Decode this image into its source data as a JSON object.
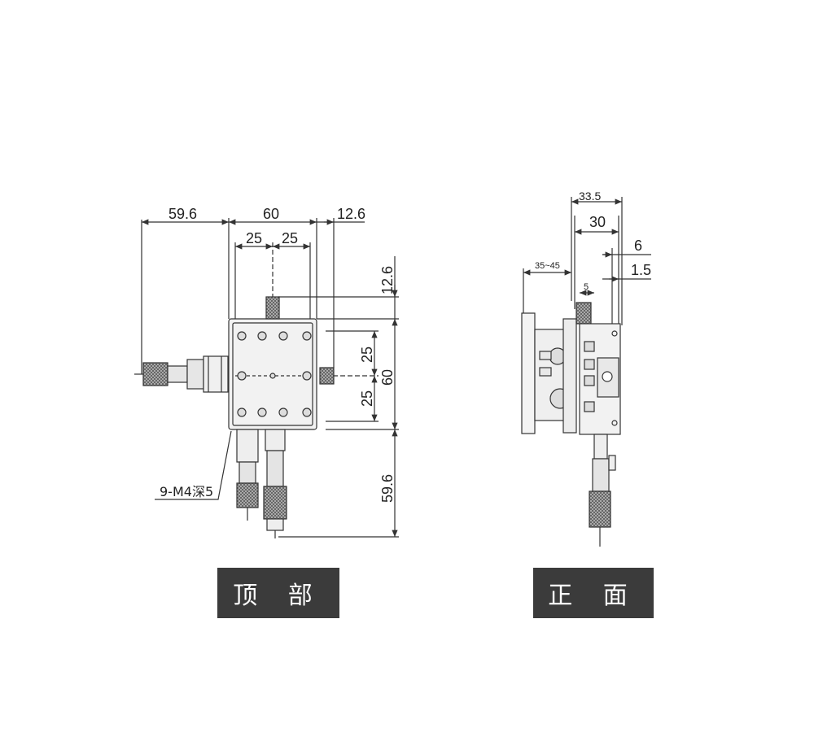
{
  "top_view": {
    "dimensions": {
      "micrometer_offset_x": "59.6",
      "stage_width": "60",
      "knob_offset_x": "12.6",
      "hole_spacing_left": "25",
      "hole_spacing_right": "25",
      "knob_offset_y": "12.6",
      "hole_spacing_upper": "25",
      "hole_spacing_lower": "25",
      "stage_height": "60",
      "micrometer_offset_y": "59.6"
    },
    "thread_note": "9-M4深5",
    "caption": "顶 部"
  },
  "front_view": {
    "dimensions": {
      "overall_cut": "33.5",
      "body_width": "30",
      "offset_6": "6",
      "offset_1_5": "1.5",
      "travel_range": "35~45",
      "offset_5": "5"
    },
    "caption": "正 面"
  },
  "colors": {
    "line": "#333333",
    "caption_bg": "#3b3b3b",
    "caption_text": "#ffffff"
  }
}
